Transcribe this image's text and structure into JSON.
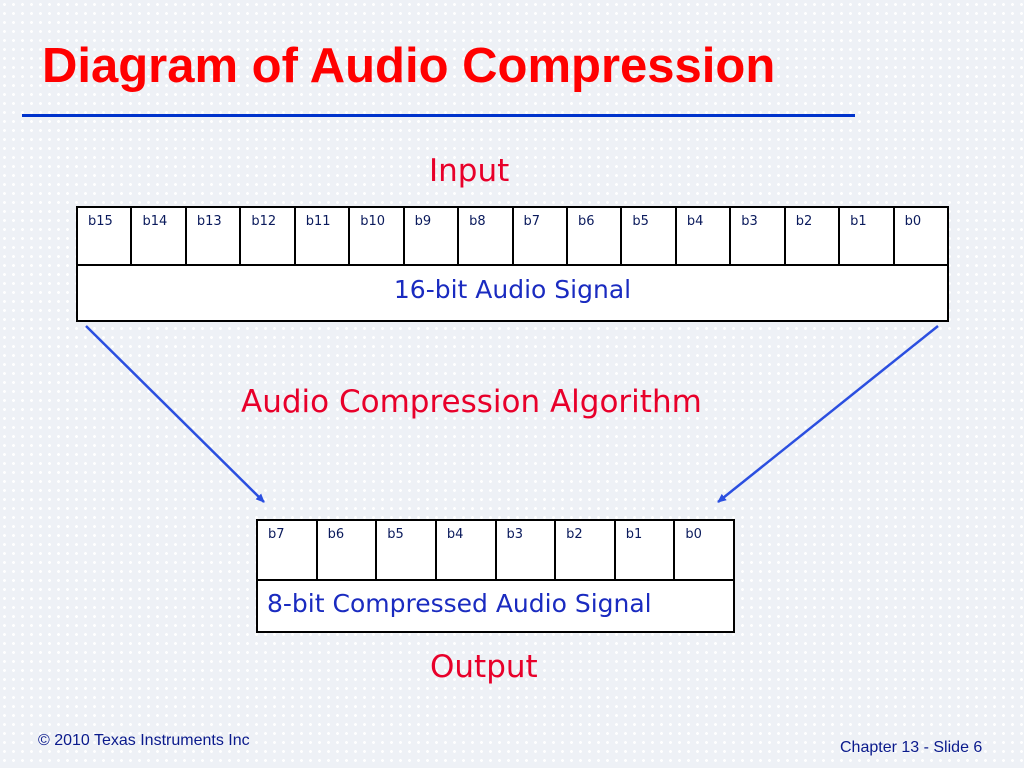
{
  "slide": {
    "title": "Diagram of Audio Compression",
    "footer_left": "© 2010 Texas Instruments Inc",
    "footer_right": "Chapter 13 - Slide 6"
  },
  "diagram": {
    "input_label": "Input",
    "algorithm_label": "Audio Compression Algorithm",
    "output_label": "Output",
    "input_register": {
      "bits": [
        "b15",
        "b14",
        "b13",
        "b12",
        "b11",
        "b10",
        "b9",
        "b8",
        "b7",
        "b6",
        "b5",
        "b4",
        "b3",
        "b2",
        "b1",
        "b0"
      ],
      "caption": "16-bit Audio Signal"
    },
    "output_register": {
      "bits": [
        "b7",
        "b6",
        "b5",
        "b4",
        "b3",
        "b2",
        "b1",
        "b0"
      ],
      "caption": "8-bit Compressed Audio Signal"
    }
  },
  "colors": {
    "title": "#ff0000",
    "rule": "#0033cc",
    "label": "#e8002a",
    "caption": "#1a2bc0",
    "arrow": "#2b4fe0"
  }
}
